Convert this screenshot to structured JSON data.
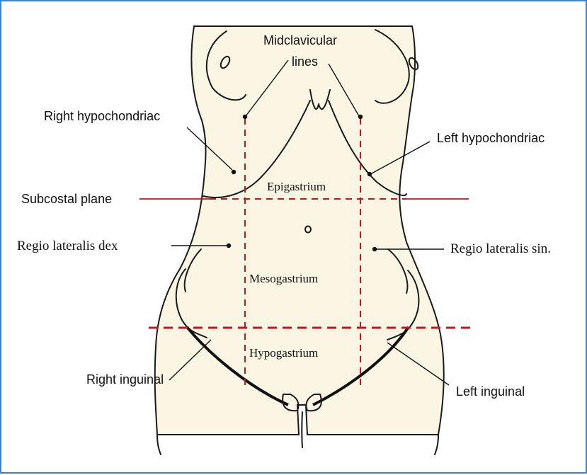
{
  "colors": {
    "frame_border": "#3a86c8",
    "body_fill": "#fbf5e4",
    "outline": "#1a1a1a",
    "plane_lines": "#c4161c"
  },
  "labels": {
    "midclavicular_line1": "Midclavicular",
    "midclavicular_line2": "lines",
    "right_hypochondriac": "Right hypochondriac",
    "left_hypochondriac": "Left hypochondriac",
    "subcostal_plane": "Subcostal plane",
    "epigastrium": "Epigastrium",
    "regio_lateralis_dex": "Regio lateralis dex",
    "regio_lateralis_sin": "Regio lateralis sin.",
    "mesogastrium": "Mesogastrium",
    "hypogastrium": "Hypogastrium",
    "right_inguinal": "Right inguinal",
    "left_inguinal": "Left inguinal"
  }
}
